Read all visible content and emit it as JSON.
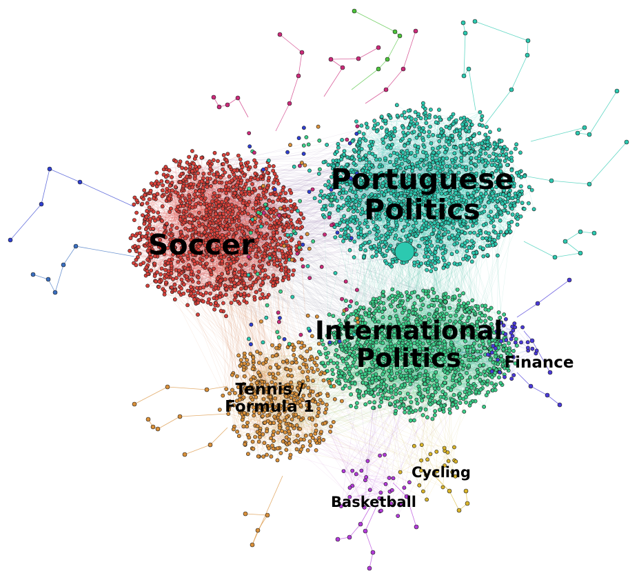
{
  "clusters": [
    {
      "id": "soccer",
      "label_lines": [
        "Soccer"
      ],
      "color": "#d9413a",
      "node_count": 1400
    },
    {
      "id": "portuguese-politics",
      "label_lines": [
        "Portuguese",
        "Politics"
      ],
      "color": "#2cc9b0",
      "node_count": 1600
    },
    {
      "id": "international-politics",
      "label_lines": [
        "International",
        "Politics"
      ],
      "color": "#3cce8a",
      "node_count": 1300
    },
    {
      "id": "tennis-formula1",
      "label_lines": [
        "Tennis /",
        "Formula 1"
      ],
      "color": "#d9903a",
      "node_count": 420
    },
    {
      "id": "finance",
      "label_lines": [
        "Finance"
      ],
      "color": "#4a3ad9",
      "node_count": 40
    },
    {
      "id": "cycling",
      "label_lines": [
        "Cycling"
      ],
      "color": "#d9b42a",
      "node_count": 25
    },
    {
      "id": "basketball",
      "label_lines": [
        "Basketball"
      ],
      "color": "#b23ad9",
      "node_count": 30
    }
  ],
  "colors": {
    "background": "#ffffff",
    "node_stroke": "#1a1a1a",
    "misc_blue": "#2f3fd0",
    "misc_green": "#4cc23a",
    "misc_magenta": "#cc2a7a",
    "misc_steel": "#3a6fc0"
  }
}
